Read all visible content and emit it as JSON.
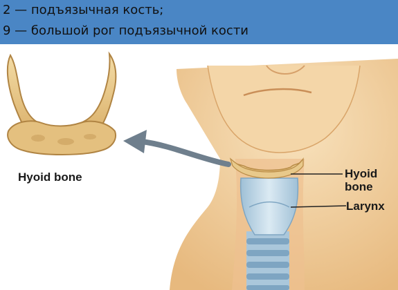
{
  "header": {
    "line1": "2 — подъязычная кость;",
    "line2": "9 — большой рог подъязычной кости"
  },
  "labels": {
    "hyoid_left": "Hyoid bone",
    "hyoid_right_1": "Hyoid",
    "hyoid_right_2": "bone",
    "larynx": "Larynx"
  },
  "colors": {
    "header_bg": "#4a86c5",
    "skin": "#f1cf9d",
    "bone": "#e8c98b",
    "cartilage": "#bcd6e6",
    "arrow": "#6f7f8d"
  },
  "icons": {
    "arrow": "curved-arrow-icon"
  }
}
